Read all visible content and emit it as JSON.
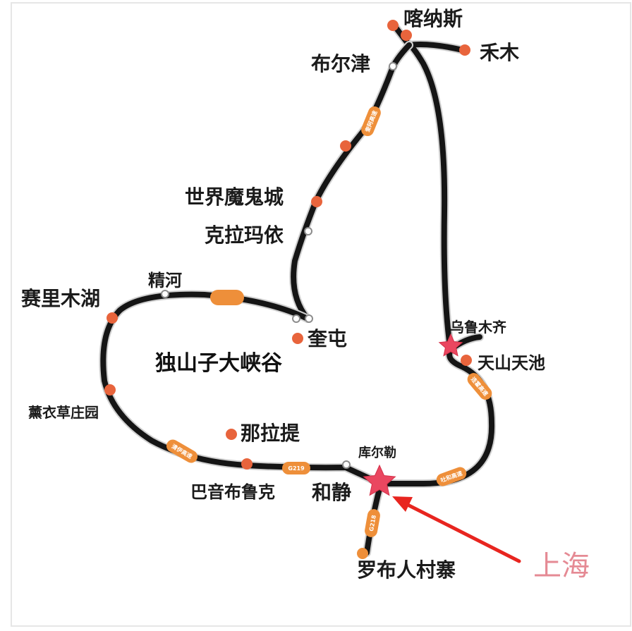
{
  "colors": {
    "accent": "#ea4760",
    "origin_text": "#e58a94",
    "arrow": "#e8251f"
  },
  "places": {
    "kanas": "喀纳斯",
    "hemu": "禾木",
    "burqin": "布尔津",
    "world_ghost_city": "世界魔鬼城",
    "karamay": "克拉玛依",
    "sayram_lake": "赛里木湖",
    "jinghe": "精河",
    "kuitun": "奎屯",
    "dushanzi_canyon": "独山子大峡谷",
    "urumqi": "乌鲁木齐",
    "tianshan_tianchi": "天山天池",
    "lavender_farm": "薰衣草庄园",
    "nalati": "那拉提",
    "korla": "库尔勒",
    "bayanbulak": "巴音布鲁克",
    "hejing": "和静",
    "loulan_village": "罗布人村寨"
  },
  "roads": {
    "g219": "G219",
    "g218": "G218",
    "qingyi_expressway": "清伊高速",
    "tuhe_expressway": "吐和高速",
    "lianhuo_expressway": "连霍高速",
    "kuia_expressway": "奎阿高速"
  },
  "origin": {
    "label": "上海",
    "icon": "red-arrow-icon"
  }
}
